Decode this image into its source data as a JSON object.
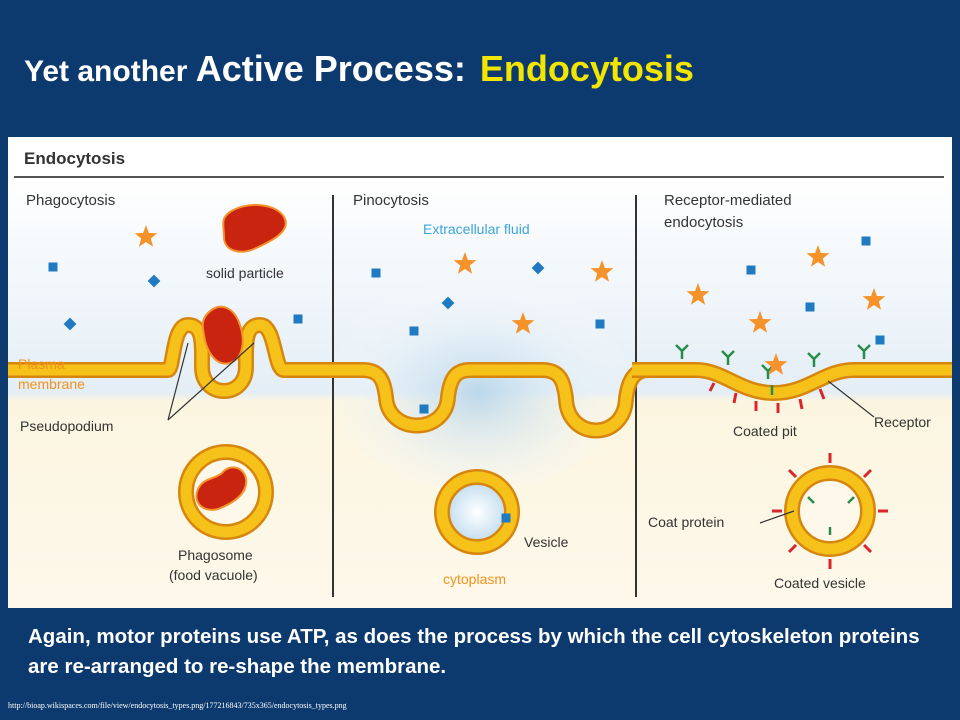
{
  "title": {
    "part1": "Yet another ",
    "part2": "Active Process:",
    "part3": "Endocytosis"
  },
  "figure": {
    "heading": "Endocytosis",
    "panels": {
      "phagocytosis": {
        "title": "Phagocytosis",
        "solid_particle": "solid particle",
        "plasma_line1": "Plasma",
        "plasma_line2": "membrane",
        "pseudopodium": "Pseudopodium",
        "phagosome_line1": "Phagosome",
        "phagosome_line2": "(food vacuole)"
      },
      "pinocytosis": {
        "title": "Pinocytosis",
        "extracellular": "Extracellular fluid",
        "vesicle": "Vesicle",
        "cytoplasm": "cytoplasm"
      },
      "receptor": {
        "title_line1": "Receptor-mediated",
        "title_line2": "endocytosis",
        "receptor": "Receptor",
        "coated_pit": "Coated pit",
        "coat_protein": "Coat protein",
        "coated_vesicle": "Coated vesicle"
      }
    },
    "colors": {
      "membrane": "#f6c21a",
      "membrane_edge": "#d6860e",
      "particle": "#c9240f",
      "star": "#f5922a",
      "dot": "#1f7ac2",
      "receptor": "#2a8c4a",
      "coat": "#d8262c",
      "label_orange": "#f2921c",
      "label_blue": "#3aa5dc"
    }
  },
  "caption": "Again, motor proteins use ATP, as does the process by which the cell cytoskeleton proteins are re-arranged to re-shape the membrane.",
  "source_url": "http://bioap.wikispaces.com/file/view/endocytosis_types.png/177216843/735x365/endocytosis_types.png"
}
